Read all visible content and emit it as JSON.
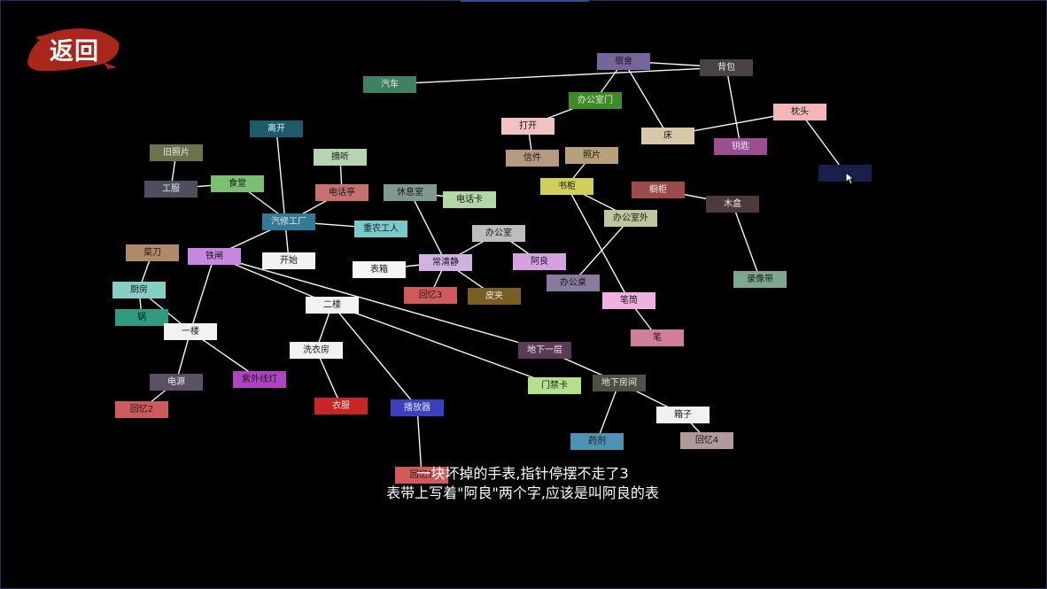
{
  "back_button": {
    "label": "返回"
  },
  "hint": {
    "line1": "一块坏掉的手表,指针停摆不走了3",
    "line2": "表带上写着\"阿良\"两个字,应该是叫阿良的表"
  },
  "nodes": [
    {
      "id": "qiche",
      "label": "汽车",
      "color": "#3e8060"
    },
    {
      "id": "sushe",
      "label": "宿舍",
      "color": "#76659a"
    },
    {
      "id": "beibao",
      "label": "背包",
      "color": "#4a4242"
    },
    {
      "id": "bangongshimen",
      "label": "办公室门",
      "color": "#3f8b25"
    },
    {
      "id": "dakai",
      "label": "打开",
      "color": "#f0c2c2"
    },
    {
      "id": "chuang",
      "label": "床",
      "color": "#d6c9a8"
    },
    {
      "id": "zhentou",
      "label": "枕头",
      "color": "#f5b5b8"
    },
    {
      "id": "yaoshi",
      "label": "钥匙",
      "color": "#9a4f93"
    },
    {
      "id": "blank",
      "label": "",
      "color": "#1a1e4d"
    },
    {
      "id": "likai",
      "label": "离开",
      "color": "#1d5b6c"
    },
    {
      "id": "jiuzhaopian",
      "label": "旧照片",
      "color": "#6b7348"
    },
    {
      "id": "zhexian",
      "label": "摘听",
      "color": "#b5d6b0"
    },
    {
      "id": "xinjian",
      "label": "信件",
      "color": "#b59a82"
    },
    {
      "id": "zhaopian",
      "label": "照片",
      "color": "#b7a17a"
    },
    {
      "id": "gongfu",
      "label": "工服",
      "color": "#4b4f5e"
    },
    {
      "id": "shitang",
      "label": "食堂",
      "color": "#7bbf73"
    },
    {
      "id": "dianhuating",
      "label": "电话亭",
      "color": "#c67070"
    },
    {
      "id": "xiuxishi",
      "label": "休息室",
      "color": "#7f9890"
    },
    {
      "id": "dianhuaka",
      "label": "电话卡",
      "color": "#b3d7a5"
    },
    {
      "id": "shugui",
      "label": "书柜",
      "color": "#cfcf5a"
    },
    {
      "id": "chugui",
      "label": "橱柜",
      "color": "#9e4a4a"
    },
    {
      "id": "qichegongchang",
      "label": "汽修工厂",
      "color": "#327a96"
    },
    {
      "id": "baoyigongren",
      "label": "重农工人",
      "color": "#7ac8cc"
    },
    {
      "id": "bangongshiwai",
      "label": "办公室外",
      "color": "#bfc79a"
    },
    {
      "id": "muhe",
      "label": "木盒",
      "color": "#4f3a3a"
    },
    {
      "id": "bangongshi",
      "label": "办公室",
      "color": "#bdbdbd"
    },
    {
      "id": "caidao",
      "label": "菜刀",
      "color": "#b08a68"
    },
    {
      "id": "tiemen",
      "label": "铁闸",
      "color": "#c786e0"
    },
    {
      "id": "kaishi",
      "label": "开始",
      "color": "#f2f2f2"
    },
    {
      "id": "aliang",
      "label": "阿良",
      "color": "#d6a1e0"
    },
    {
      "id": "chuqingjing",
      "label": "常清静",
      "color": "#d0b2e0"
    },
    {
      "id": "xinxiang",
      "label": "表箱",
      "color": "#f5f5f5"
    },
    {
      "id": "bangongzhuo",
      "label": "办公桌",
      "color": "#8a7a9e"
    },
    {
      "id": "luyindai",
      "label": "录像带",
      "color": "#7ca88f"
    },
    {
      "id": "chufang",
      "label": "厨房",
      "color": "#86cfc9"
    },
    {
      "id": "huiyi3",
      "label": "回忆3",
      "color": "#d05a5a"
    },
    {
      "id": "pijia",
      "label": "皮夹",
      "color": "#7a5d22"
    },
    {
      "id": "bitong",
      "label": "笔筒",
      "color": "#f0b0e0"
    },
    {
      "id": "erlou",
      "label": "二楼",
      "color": "#f2f2f2"
    },
    {
      "id": "guo",
      "label": "锅",
      "color": "#2f9b80"
    },
    {
      "id": "yilou",
      "label": "一楼",
      "color": "#f2f2f2"
    },
    {
      "id": "bi",
      "label": "笔",
      "color": "#cf7f9a"
    },
    {
      "id": "xiyifang",
      "label": "洗衣房",
      "color": "#f2f2f2"
    },
    {
      "id": "dixiayiceng",
      "label": "地下一层",
      "color": "#5b3a55"
    },
    {
      "id": "dianyuan",
      "label": "电源",
      "color": "#5b4f66"
    },
    {
      "id": "shuiguandeng",
      "label": "紫外线灯",
      "color": "#b043c4"
    },
    {
      "id": "menjinka",
      "label": "门禁卡",
      "color": "#b4e08c"
    },
    {
      "id": "dixiafangjian",
      "label": "地下房间",
      "color": "#4f4f46"
    },
    {
      "id": "yifu",
      "label": "衣服",
      "color": "#c82525"
    },
    {
      "id": "bofangqi",
      "label": "播放器",
      "color": "#3c3fbf"
    },
    {
      "id": "xiangzi",
      "label": "箱子",
      "color": "#f2f2f2"
    },
    {
      "id": "huiyi2",
      "label": "回忆2",
      "color": "#d05a5a"
    },
    {
      "id": "yaoji",
      "label": "药剂",
      "color": "#4d92b3"
    },
    {
      "id": "huiyi4",
      "label": "回忆4",
      "color": "#b09a9a"
    },
    {
      "id": "huiyi1",
      "label": "回忆1",
      "color": "#d05a5a"
    }
  ],
  "edges": [
    [
      "qiche",
      "beibao"
    ],
    [
      "sushe",
      "beibao"
    ],
    [
      "sushe",
      "bangongshimen"
    ],
    [
      "sushe",
      "chuang"
    ],
    [
      "beibao",
      "yaoshi"
    ],
    [
      "chuang",
      "zhentou"
    ],
    [
      "zhentou",
      "blank"
    ],
    [
      "bangongshimen",
      "dakai"
    ],
    [
      "dakai",
      "xinjian"
    ],
    [
      "zhaopian",
      "shugui"
    ],
    [
      "shugui",
      "bitong"
    ],
    [
      "shugui",
      "bangongshiwai"
    ],
    [
      "chugui",
      "muhe"
    ],
    [
      "muhe",
      "luyindai"
    ],
    [
      "bangongshiwai",
      "bangongzhuo"
    ],
    [
      "bitong",
      "bi"
    ],
    [
      "bangongshi",
      "chuqingjing"
    ],
    [
      "bangongshi",
      "aliang"
    ],
    [
      "xiuxishi",
      "dianhuaka"
    ],
    [
      "xiuxishi",
      "chuqingjing"
    ],
    [
      "xinxiang",
      "chuqingjing"
    ],
    [
      "chuqingjing",
      "huiyi3"
    ],
    [
      "chuqingjing",
      "pijia"
    ],
    [
      "likai",
      "kaishi"
    ],
    [
      "jiuzhaopian",
      "gongfu"
    ],
    [
      "gongfu",
      "shitang"
    ],
    [
      "shitang",
      "qichegongchang"
    ],
    [
      "zhexian",
      "dianhuating"
    ],
    [
      "dianhuating",
      "qichegongchang"
    ],
    [
      "qichegongchang",
      "baoyigongren"
    ],
    [
      "qichegongchang",
      "tiemen"
    ],
    [
      "tiemen",
      "yilou"
    ],
    [
      "tiemen",
      "erlou"
    ],
    [
      "tiemen",
      "dixiayiceng"
    ],
    [
      "caidao",
      "chufang"
    ],
    [
      "chufang",
      "guo"
    ],
    [
      "chufang",
      "yilou"
    ],
    [
      "yilou",
      "dianyuan"
    ],
    [
      "yilou",
      "shuiguandeng"
    ],
    [
      "erlou",
      "xiyifang"
    ],
    [
      "erlou",
      "menjinka"
    ],
    [
      "erlou",
      "bofangqi"
    ],
    [
      "xiyifang",
      "yifu"
    ],
    [
      "bofangqi",
      "huiyi1"
    ],
    [
      "dixiayiceng",
      "dixiafangjian"
    ],
    [
      "dixiafangjian",
      "yaoji"
    ],
    [
      "dixiafangjian",
      "xiangzi"
    ],
    [
      "xiangzi",
      "huiyi4"
    ],
    [
      "dianyuan",
      "huiyi2"
    ]
  ]
}
